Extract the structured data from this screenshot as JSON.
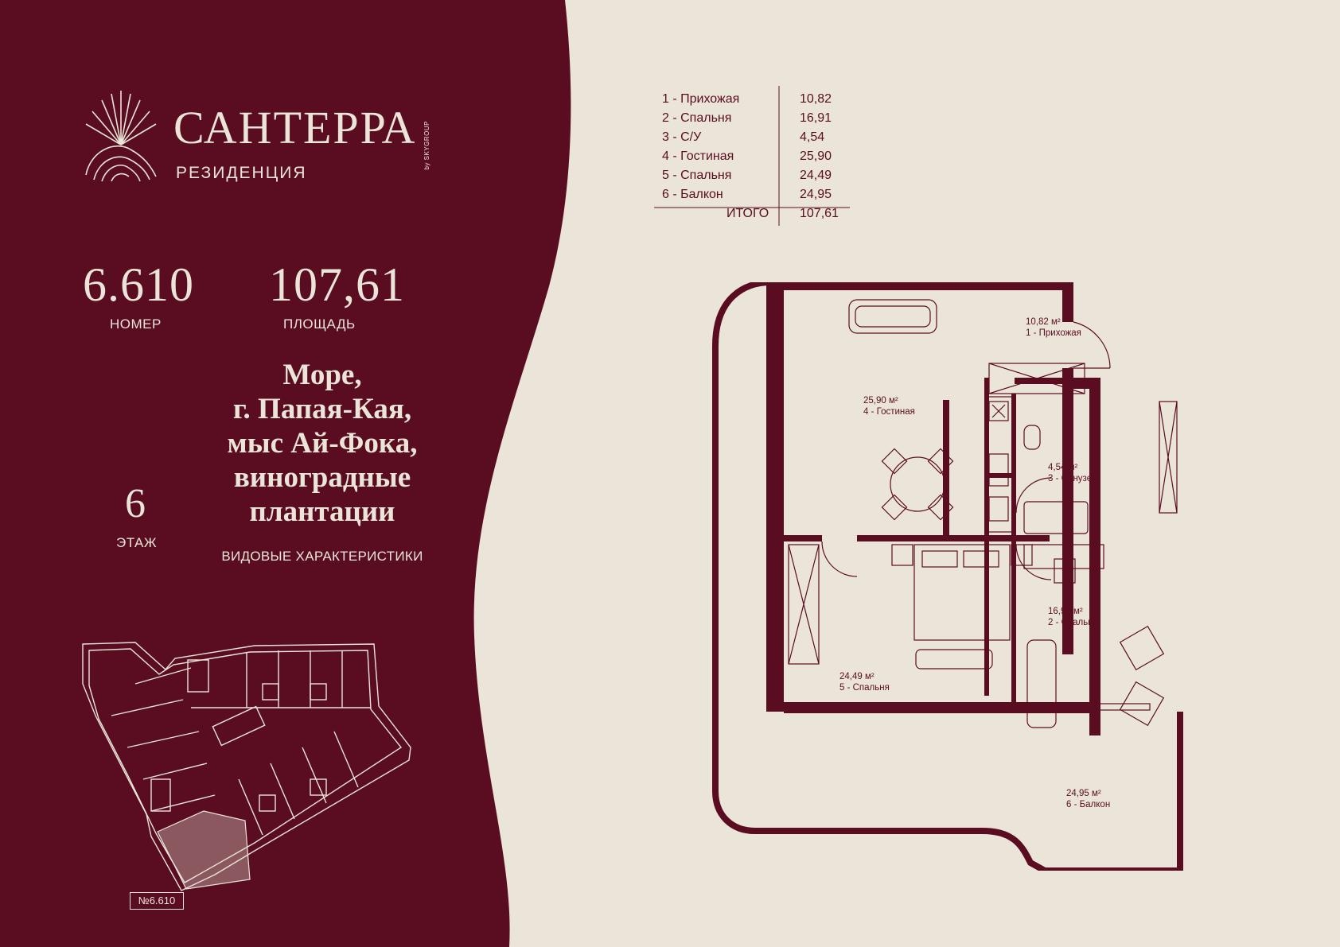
{
  "brand": {
    "name": "САНТЕРРА",
    "subtitle": "РЕЗИДЕНЦИЯ",
    "by": "by SKYGROUP"
  },
  "apartment": {
    "number": "6.610",
    "number_label": "НОМЕР",
    "area": "107,61",
    "area_label": "ПЛОЩАДЬ",
    "floor": "6",
    "floor_label": "ЭТАЖ"
  },
  "view": {
    "text": "Море,\nг. Папая-Кая,\nмыс Ай-Фока,\nвиноградные\nплантации",
    "caption": "ВИДОВЫЕ ХАРАКТЕРИСТИКИ"
  },
  "rooms": [
    {
      "name": "1 -  Прихожая",
      "area": "10,82"
    },
    {
      "name": "2 -  Спальня",
      "area": "16,91"
    },
    {
      "name": "3 -  С/У",
      "area": "4,54"
    },
    {
      "name": "4 -  Гостиная",
      "area": "25,90"
    },
    {
      "name": "5 -  Спальня",
      "area": "24,49"
    },
    {
      "name": "6 -  Балкон",
      "area": "24,95"
    }
  ],
  "total": {
    "label": "ИТОГО",
    "area": "107,61"
  },
  "plan_labels": {
    "hall_area": "10,82 м²",
    "hall_name": "1 - Прихожая",
    "living_area": "25,90 м²",
    "living_name": "4 - Гостиная",
    "bath_area": "4,54 м²",
    "bath_name": "3 - Санузел",
    "bed2_area": "16,91 м²",
    "bed2_name": "2 - Спальня",
    "bed5_area": "24,49 м²",
    "bed5_name": "5 - Спальня",
    "balcony_area": "24,95 м²",
    "balcony_name": "6 - Балкон"
  },
  "minimap_label": "№6.610",
  "colors": {
    "burgundy": "#5a0d20",
    "cream": "#ebe5d9"
  }
}
